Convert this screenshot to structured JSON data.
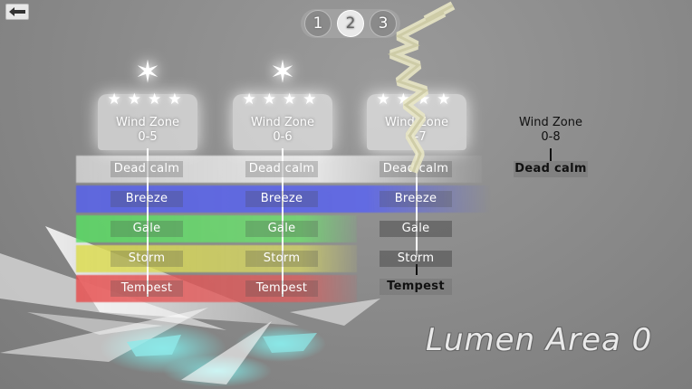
{
  "nav": {
    "back_icon": "back-arrow-icon"
  },
  "pager": {
    "pages": [
      "1",
      "2",
      "3"
    ],
    "active_page": "2"
  },
  "zones": [
    {
      "title": "Wind Zone",
      "code": "0-5",
      "stars": "★★★★",
      "cleared": true
    },
    {
      "title": "Wind Zone",
      "code": "0-6",
      "stars": "★★★★",
      "cleared": true
    },
    {
      "title": "Wind Zone",
      "code": "0-7",
      "stars": "★★★★",
      "cleared": true
    },
    {
      "title": "Wind Zone",
      "code": "0-8",
      "stars": "",
      "cleared": false
    }
  ],
  "big_star": "✶",
  "winds": {
    "dead_calm": "Dead calm",
    "breeze": "Breeze",
    "gale": "Gale",
    "storm": "Storm",
    "tempest": "Tempest"
  },
  "colors": {
    "dead_calm": "#ffffff",
    "breeze": "#5a64e6",
    "gale": "#5adc64",
    "storm": "#dcdc50",
    "tempest": "#e65050"
  },
  "area_title": "Lumen Area 0"
}
